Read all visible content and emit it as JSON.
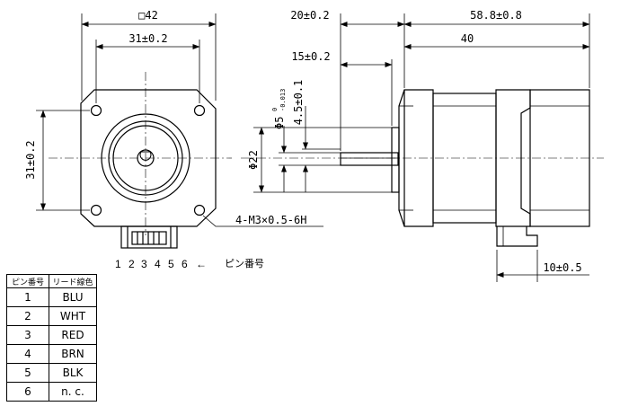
{
  "dimensions": {
    "square_size": "□42",
    "front_hole_pitch_width": "31±0.2",
    "front_hole_pitch_height": "31±0.2",
    "overall_length": "58.8±0.8",
    "body_length": "40",
    "shaft_extension": "20±0.2",
    "flat_length": "15±0.2",
    "flat_depth": "4.5±0.1",
    "shaft_diameter_main": "Φ5",
    "shaft_tolerance_upper": "0",
    "shaft_tolerance_lower": "-0.013",
    "boss_diameter": "Φ22",
    "connector_offset": "10±0.5",
    "mounting_thread": "4-M3×0.5-6H"
  },
  "pin_numbers": [
    "1",
    "2",
    "3",
    "4",
    "5",
    "6"
  ],
  "pin_arrow": "←",
  "pin_label": "ピン番号",
  "pin_table": {
    "headers": [
      "ピン番号",
      "リード線色"
    ],
    "rows": [
      {
        "pin": "1",
        "lead": "BLU"
      },
      {
        "pin": "2",
        "lead": "WHT"
      },
      {
        "pin": "3",
        "lead": "RED"
      },
      {
        "pin": "4",
        "lead": "BRN"
      },
      {
        "pin": "5",
        "lead": "BLK"
      },
      {
        "pin": "6",
        "lead": "n. c."
      }
    ]
  }
}
